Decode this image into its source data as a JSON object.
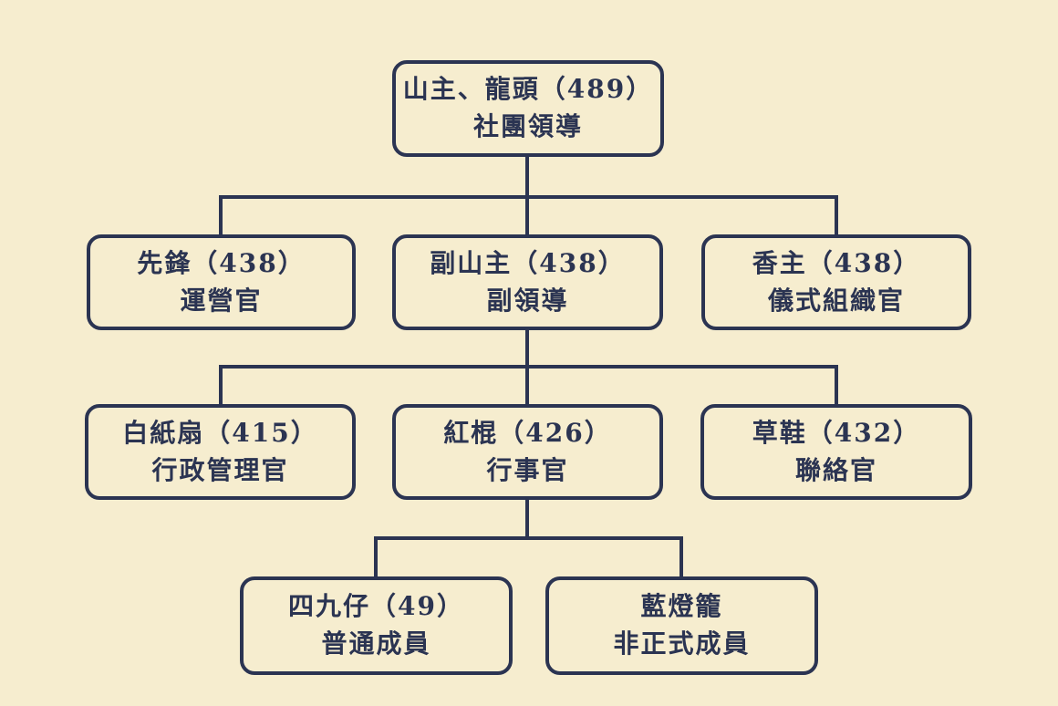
{
  "colors": {
    "background": "#f6edcf",
    "ink": "#2b3452"
  },
  "org_chart": {
    "root": {
      "title": "山主、龍頭（489）",
      "subtitle": "社團領導"
    },
    "level2": [
      {
        "title": "先鋒（438）",
        "subtitle": "運營官"
      },
      {
        "title": "副山主（438）",
        "subtitle": "副領導"
      },
      {
        "title": "香主（438）",
        "subtitle": "儀式組織官"
      }
    ],
    "level3": [
      {
        "title": "白紙扇（415）",
        "subtitle": "行政管理官"
      },
      {
        "title": "紅棍（426）",
        "subtitle": "行事官"
      },
      {
        "title": "草鞋（432）",
        "subtitle": "聯絡官"
      }
    ],
    "level4": [
      {
        "title": "四九仔（49）",
        "subtitle": "普通成員"
      },
      {
        "title": "藍燈籠",
        "subtitle": "非正式成員"
      }
    ]
  }
}
